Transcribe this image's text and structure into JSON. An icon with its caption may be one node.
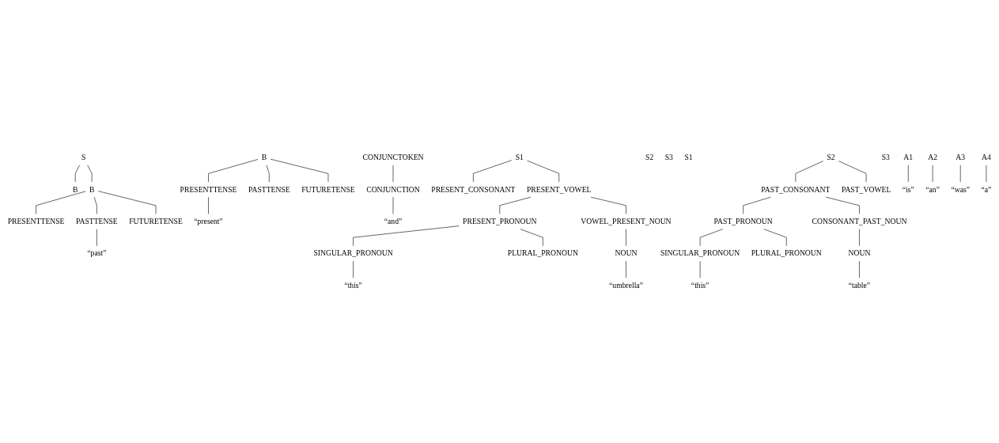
{
  "diagram": {
    "nodes": [
      {
        "text": [
          "S"
        ]
      },
      {
        "text": [
          "B"
        ]
      },
      {
        "text": [
          "B"
        ]
      },
      {
        "text": [
          "CONJUNCTOKEN"
        ]
      },
      {
        "text": [
          "B"
        ]
      },
      {
        "text": [
          "PRESENTTENSE"
        ]
      },
      {
        "text": [
          "S1"
        ]
      },
      {
        "text": [
          "PASTTENSE"
        ]
      },
      {
        "text": [
          "S2"
        ]
      },
      {
        "text": [
          "FUTURETENSE"
        ]
      },
      {
        "text": [
          "S3"
        ]
      },
      {
        "text": [
          "CONJUNCTION"
        ]
      },
      {
        "text": [
          "PRESENTTENSE"
        ]
      },
      {
        "text": [
          "S1"
        ]
      },
      {
        "text": [
          "PASTTENSE"
        ]
      },
      {
        "text": [
          "S2"
        ]
      },
      {
        "text": [
          "FUTURETENSE"
        ]
      },
      {
        "text": [
          "S3"
        ]
      },
      {
        "text": [
          "“present”"
        ]
      },
      {
        "text": [
          "PRESENT_CONSONANT"
        ]
      },
      {
        "text": [
          "PRESENT_VOWEL"
        ]
      },
      {
        "text": [
          "“and”"
        ]
      },
      {
        "text": [
          "“past”"
        ]
      },
      {
        "text": [
          "PAST_CONSONANT"
        ]
      },
      {
        "text": [
          "PAST_VOWEL"
        ]
      },
      {
        "text": [
          "PRESENT_PRONOUN"
        ]
      },
      {
        "text": [
          "VOWEL_PRESENT_NOUN"
        ]
      },
      {
        "text": [
          "PAST_PRONOUN"
        ]
      },
      {
        "text": [
          "CONSONANT_PAST_NOUN"
        ]
      },
      {
        "text": [
          "SINGULAR_PRONOUN"
        ]
      },
      {
        "text": [
          "A1"
        ]
      },
      {
        "text": [
          "PLURAL_PRONOUN"
        ]
      },
      {
        "text": [
          "A2"
        ]
      },
      {
        "text": [
          "NOUN"
        ]
      },
      {
        "text": [
          "SINGULAR_PRONOUN"
        ]
      },
      {
        "text": [
          "A3"
        ]
      },
      {
        "text": [
          "PLURAL_PRONOUN"
        ]
      },
      {
        "text": [
          "A4"
        ]
      },
      {
        "text": [
          "NOUN"
        ]
      },
      {
        "text": [
          "“this”"
        ]
      },
      {
        "text": [
          "“is”"
        ]
      },
      {
        "text": [
          "“an”"
        ]
      },
      {
        "text": [
          "“umbrella”"
        ]
      },
      {
        "text": [
          "“this”"
        ]
      },
      {
        "text": [
          "“was”"
        ]
      },
      {
        "text": [
          "“a”"
        ]
      },
      {
        "text": [
          "“table”"
        ]
      }
    ],
    "edges": [
      {
        "from": 0,
        "to": 1,
        "arrow": "none"
      },
      {
        "from": 0,
        "to": 4,
        "arrow": "none"
      },
      {
        "from": 2,
        "to": 5,
        "arrow": "none"
      },
      {
        "from": 2,
        "to": 7,
        "arrow": "none"
      },
      {
        "from": 2,
        "to": 9,
        "arrow": "none"
      },
      {
        "from": 3,
        "to": 11,
        "arrow": "none"
      },
      {
        "from": 4,
        "to": 12,
        "arrow": "none"
      },
      {
        "from": 4,
        "to": 14,
        "arrow": "none"
      },
      {
        "from": 4,
        "to": 16,
        "arrow": "none"
      },
      {
        "from": 5,
        "to": 18,
        "arrow": "none"
      },
      {
        "from": 6,
        "to": 19,
        "arrow": "none"
      },
      {
        "from": 6,
        "to": 20,
        "arrow": "none"
      },
      {
        "from": 11,
        "to": 21,
        "arrow": "none"
      },
      {
        "from": 14,
        "to": 22,
        "arrow": "none"
      },
      {
        "from": 15,
        "to": 23,
        "arrow": "none"
      },
      {
        "from": 15,
        "to": 24,
        "arrow": "none"
      },
      {
        "from": 20,
        "to": 25,
        "arrow": "none"
      },
      {
        "from": 20,
        "to": 26,
        "arrow": "none"
      },
      {
        "from": 23,
        "to": 27,
        "arrow": "none"
      },
      {
        "from": 23,
        "to": 28,
        "arrow": "none"
      },
      {
        "from": 25,
        "to": 29,
        "arrow": "none"
      },
      {
        "from": 25,
        "to": 31,
        "arrow": "none"
      },
      {
        "from": 26,
        "to": 33,
        "arrow": "none"
      },
      {
        "from": 27,
        "to": 34,
        "arrow": "none"
      },
      {
        "from": 27,
        "to": 36,
        "arrow": "none"
      },
      {
        "from": 28,
        "to": 38,
        "arrow": "none"
      },
      {
        "from": 29,
        "to": 39,
        "arrow": "none"
      },
      {
        "from": 30,
        "to": 40,
        "arrow": "none"
      },
      {
        "from": 32,
        "to": 41,
        "arrow": "none"
      },
      {
        "from": 33,
        "to": 42,
        "arrow": "none"
      },
      {
        "from": 34,
        "to": 43,
        "arrow": "none"
      },
      {
        "from": 35,
        "to": 44,
        "arrow": "none"
      },
      {
        "from": 37,
        "to": 45,
        "arrow": "none"
      },
      {
        "from": 38,
        "to": 46,
        "arrow": "none"
      }
    ]
  }
}
